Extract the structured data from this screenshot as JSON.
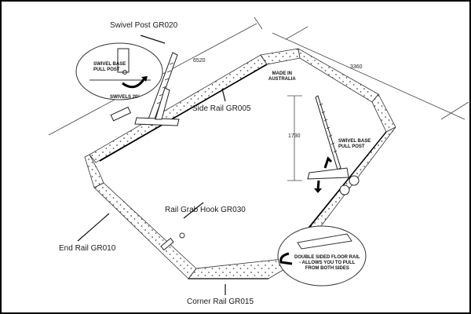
{
  "diagram": {
    "title": "Floor rail system layout",
    "part_labels": {
      "swivel_post": "Swivel Post  GR020",
      "side_rail": "Side Rail  GR005",
      "rail_grab_hook": "Rail Grab Hook GR030",
      "end_rail": "End Rail  GR010",
      "corner_rail": "Corner Rail  GR015"
    },
    "dimensions": {
      "length": "6520",
      "width": "3360",
      "post_height": "1730"
    },
    "callouts": {
      "swivel_inset_title_1": "SWIVEL BASE",
      "swivel_inset_title_2": "PULL POST",
      "swivel_inset_note": "SWIVELS 20°",
      "pull_post_1": "SWIVEL BASE",
      "pull_post_2": "PULL POST",
      "origin_1": "MADE IN",
      "origin_2": "AUSTRALIA",
      "floor_rail_1": "DOUBLE SIDED FLOOR RAIL",
      "floor_rail_2": "- ALLOWS YOU TO PULL",
      "floor_rail_3": "FROM BOTH SIDES"
    }
  }
}
